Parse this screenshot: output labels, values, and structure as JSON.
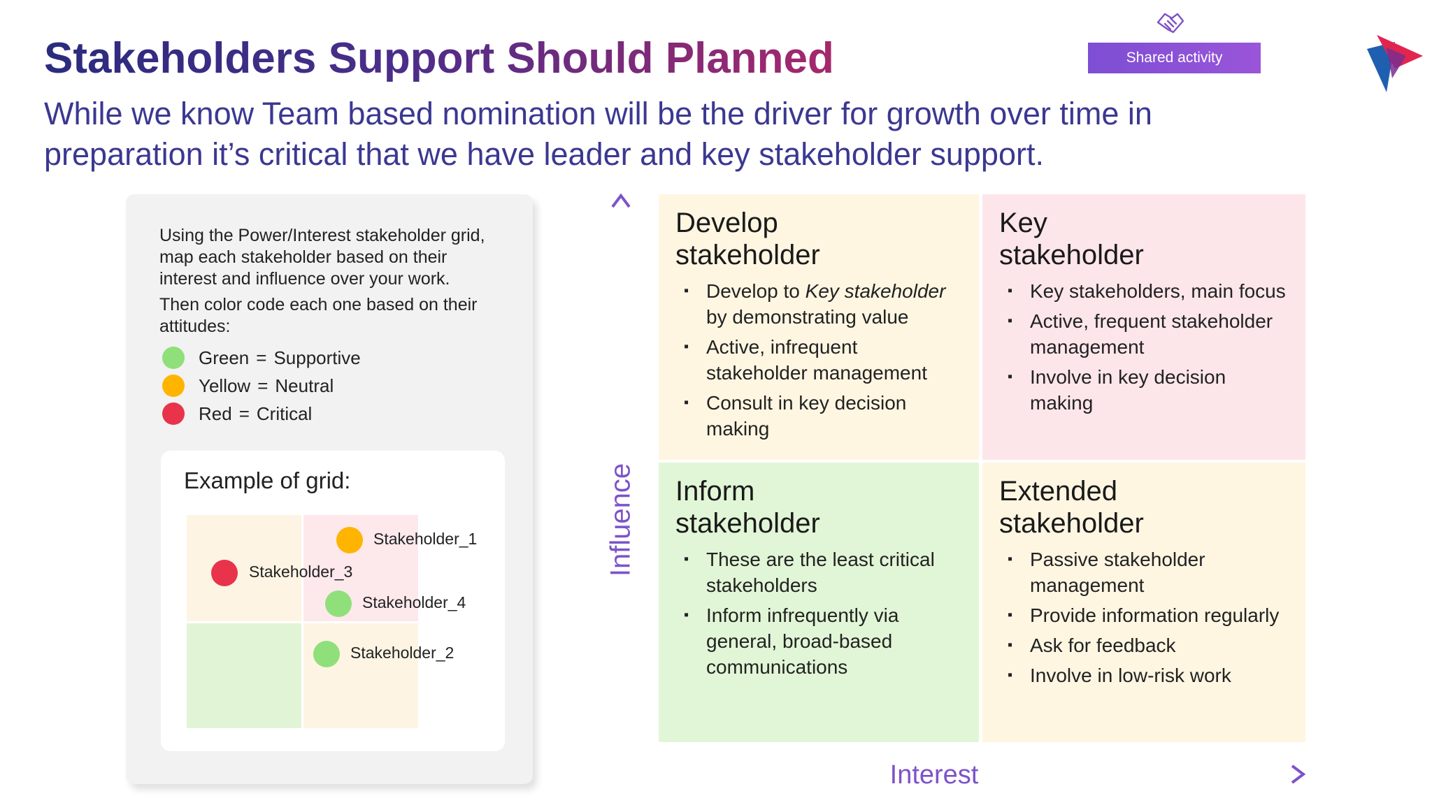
{
  "header": {
    "title": "Stakeholders Support Should Planned",
    "subtitle": "While we know Team based nomination will be the driver for growth over time in preparation it’s critical that we have leader and key stakeholder support.",
    "badge_label": "Shared activity",
    "badge_icon": "handshake-icon"
  },
  "colors": {
    "title_start": "#2a2c7e",
    "title_end": "#a6286b",
    "accent_purple": "#7d53c8",
    "green": "#8fe07a",
    "yellow": "#ffb400",
    "red": "#e8334a",
    "quad_yellow": "#fff6e2",
    "quad_pink": "#fde6ea",
    "quad_green": "#e1f6d6"
  },
  "instructions": {
    "paragraph1": "Using the Power/Interest stakeholder grid, map each stakeholder based on their interest and influence over your work.",
    "paragraph2": "Then color code each one based on their attitudes:",
    "legend": [
      {
        "color_name": "Green",
        "meaning": "Supportive",
        "color": "#8fe07a"
      },
      {
        "color_name": "Yellow",
        "meaning": "Neutral",
        "color": "#ffb400"
      },
      {
        "color_name": "Red",
        "meaning": "Critical",
        "color": "#e8334a"
      }
    ],
    "equals": "="
  },
  "example": {
    "title": "Example of grid:",
    "stakeholders": [
      {
        "name": "Stakeholder_1",
        "attitude": "yellow"
      },
      {
        "name": "Stakeholder_3",
        "attitude": "red"
      },
      {
        "name": "Stakeholder_4",
        "attitude": "green"
      },
      {
        "name": "Stakeholder_2",
        "attitude": "green"
      }
    ]
  },
  "axes": {
    "y_label": "Influence",
    "x_label": "Interest"
  },
  "quadrants": {
    "develop": {
      "title_line1": "Develop",
      "title_line2": "stakeholder",
      "bullet1_pre": "Develop to ",
      "bullet1_em": "Key stakeholder",
      "bullet1_post": " by demonstrating value",
      "bullet2": "Active, infrequent stakeholder management",
      "bullet3": "Consult in key decision making"
    },
    "key": {
      "title_line1": "Key",
      "title_line2": "stakeholder",
      "bullets": [
        "Key stakeholders, main focus",
        "Active, frequent stakeholder management",
        "Involve in key decision making"
      ]
    },
    "inform": {
      "title_line1": "Inform",
      "title_line2": "stakeholder",
      "bullets": [
        "These are the least critical stakeholders",
        "Inform infrequently via general, broad-based communications"
      ]
    },
    "extended": {
      "title_line1": "Extended",
      "title_line2": "stakeholder",
      "bullets": [
        "Passive stakeholder management",
        "Provide information regularly",
        "Ask for feedback",
        "Involve in low-risk work"
      ]
    }
  }
}
